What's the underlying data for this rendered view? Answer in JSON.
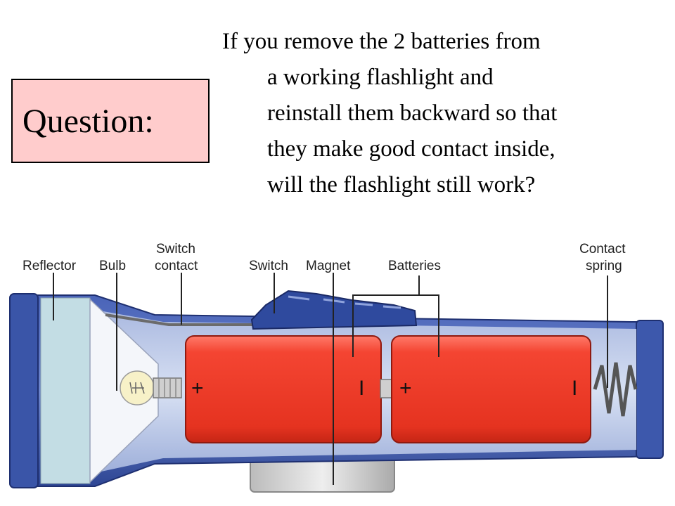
{
  "question": {
    "label": "Question:",
    "text_lines": [
      "If you remove the 2 batteries from",
      "a working flashlight and",
      "reinstall them backward so that",
      "they make good contact inside,",
      "will the flashlight still work?"
    ]
  },
  "diagram": {
    "labels": {
      "reflector": "Reflector",
      "bulb": "Bulb",
      "switch_contact_1": "Switch",
      "switch_contact_2": "contact",
      "switch": "Switch",
      "magnet": "Magnet",
      "batteries": "Batteries",
      "contact_spring_1": "Contact",
      "contact_spring_2": "spring"
    },
    "battery_signs": {
      "b1_plus": "+",
      "b1_minus": "I",
      "b2_plus": "+",
      "b2_minus": "I"
    },
    "colors": {
      "casing": "#3a55a8",
      "casing_light": "#b9c6e6",
      "battery": "#ee3322",
      "question_box": "#ffcccc",
      "reflector_glass": "#c3dde4"
    }
  }
}
